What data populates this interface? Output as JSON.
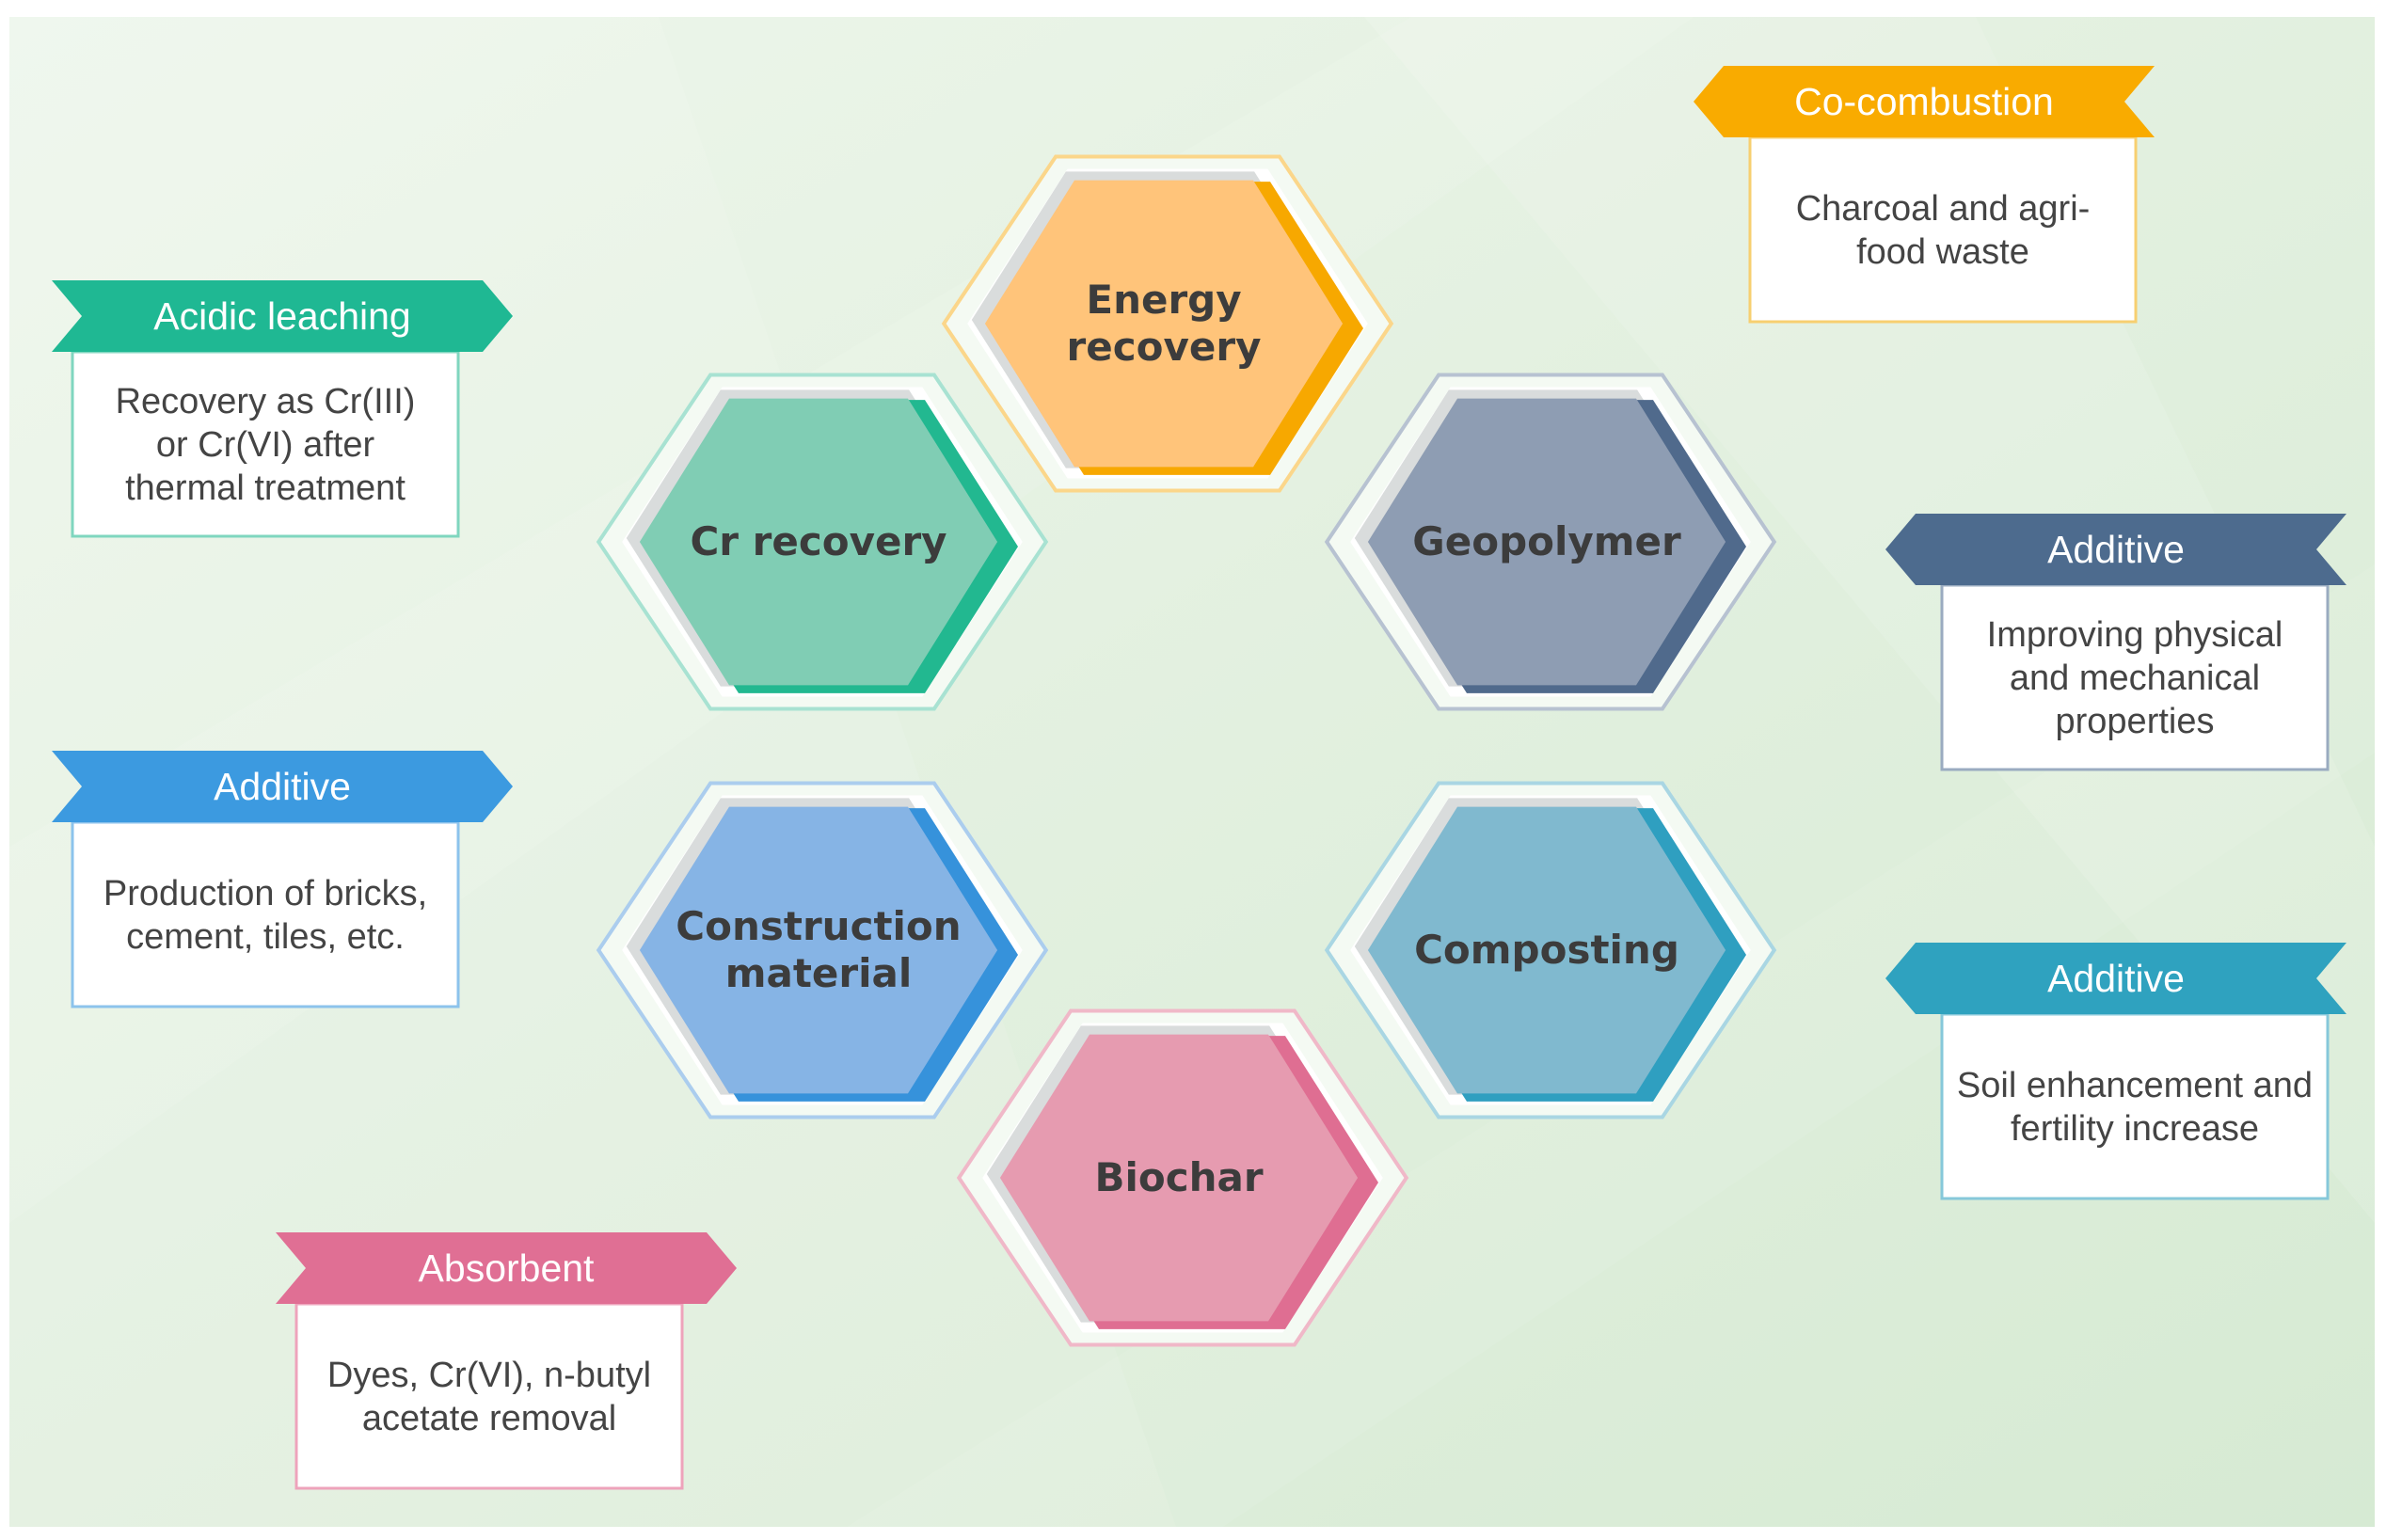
{
  "hexagons": [
    {
      "id": "energy",
      "lines": [
        "Energy",
        "recovery"
      ],
      "fill": "#ffc47a",
      "dark": "#f7a800",
      "outline": "#fbd68a"
    },
    {
      "id": "cr",
      "lines": [
        "Cr recovery"
      ],
      "fill": "#80cdb4",
      "dark": "#22b890",
      "outline": "#a8e2d2"
    },
    {
      "id": "geopolymer",
      "lines": [
        "Geopolymer"
      ],
      "fill": "#8e9db3",
      "dark": "#506a8c",
      "outline": "#b7c2d1"
    },
    {
      "id": "construction",
      "lines": [
        "Construction",
        "material"
      ],
      "fill": "#86b4e5",
      "dark": "#3692db",
      "outline": "#abcdee"
    },
    {
      "id": "composting",
      "lines": [
        "Composting"
      ],
      "fill": "#80b9cf",
      "dark": "#2f9fc0",
      "outline": "#a9d6e3"
    },
    {
      "id": "biochar",
      "lines": [
        "Biochar"
      ],
      "fill": "#e69bb0",
      "dark": "#df6e92",
      "outline": "#f0b8c8"
    }
  ],
  "callouts": [
    {
      "id": "acidic",
      "title": "Acidic leaching",
      "lines": [
        "Recovery as Cr(III)",
        "or Cr(VI) after",
        "thermal treatment"
      ],
      "color": "#1fb893",
      "border": "#7fd6bf"
    },
    {
      "id": "additive-construction",
      "title": "Additive",
      "lines": [
        "Production of bricks,",
        "cement, tiles, etc."
      ],
      "color": "#3c9ae0",
      "border": "#8cc3ec"
    },
    {
      "id": "absorbent",
      "title": "Absorbent",
      "lines": [
        "Dyes, Cr(VI), n-butyl",
        "acetate removal"
      ],
      "color": "#e06f94",
      "border": "#eea3bb"
    },
    {
      "id": "co-combustion",
      "title": "Co-combustion",
      "lines": [
        "Charcoal and agri-",
        "food waste"
      ],
      "color": "#f9ab00",
      "border": "#f7cf70"
    },
    {
      "id": "additive-geopolymer",
      "title": "Additive",
      "lines": [
        "Improving physical",
        "and mechanical",
        "properties"
      ],
      "color": "#4d6b8e",
      "border": "#9aabc0"
    },
    {
      "id": "additive-composting",
      "title": "Additive",
      "lines": [
        "Soil enhancement and",
        "fertility increase"
      ],
      "color": "#2fa2bf",
      "border": "#86c8da"
    }
  ]
}
